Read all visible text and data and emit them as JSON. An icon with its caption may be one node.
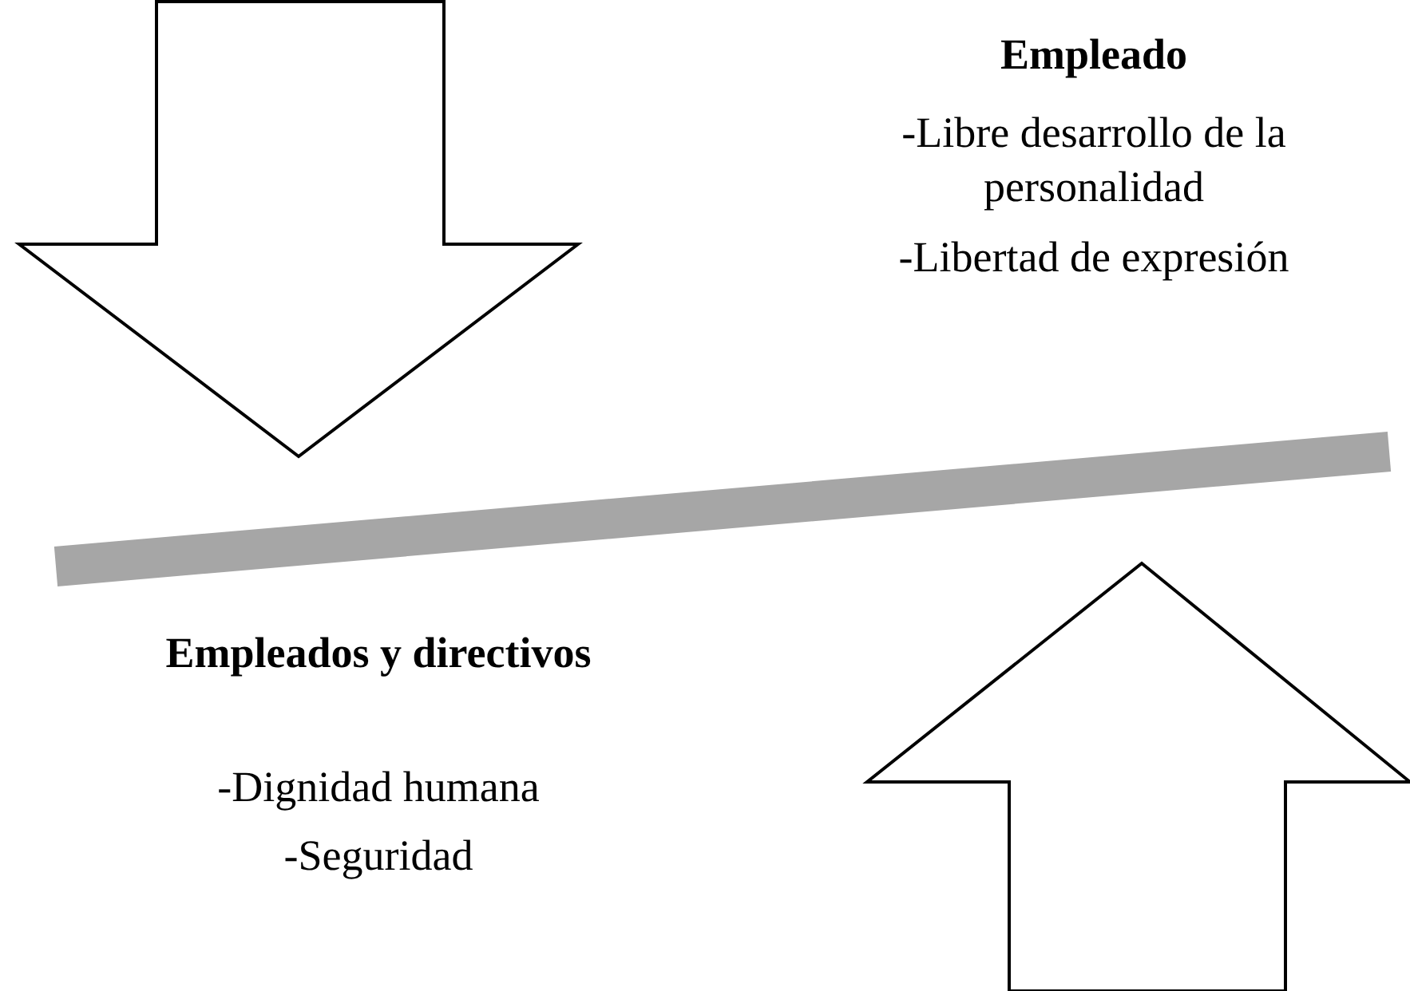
{
  "diagram": {
    "labels": [
      "Empleado",
      "-Libre desarrollo de la personalidad",
      "-Libertad de expresión",
      "Empleados y directivos",
      "-Dignidad humana",
      "-Seguridad"
    ]
  }
}
